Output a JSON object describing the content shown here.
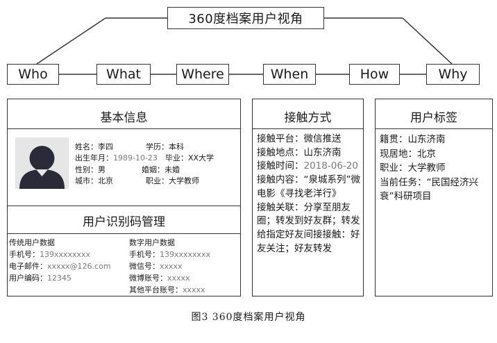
{
  "header": {
    "title": "360度档案用户视角"
  },
  "w_questions": [
    "Who",
    "What",
    "Where",
    "When",
    "How",
    "Why"
  ],
  "basic_info": {
    "title": "基本信息",
    "name_label": "姓名：",
    "name": "李四",
    "edu_label": "学历：",
    "edu": "本科",
    "birth_label": "出生年月：",
    "birth": "1989-10-23",
    "grad_label": "毕业：",
    "grad": "XX大学",
    "gender_label": "性别：",
    "gender": "男",
    "marriage_label": "婚姻：",
    "marriage": "未婚",
    "city_label": "城市：",
    "city": "北京",
    "job_label": "职业：",
    "job": "大学教师"
  },
  "id_management": {
    "title": "用户识别码管理",
    "traditional": {
      "heading": "传统用户数据",
      "phone_label": "手机号：",
      "phone": "139xxxxxxxx",
      "email_label": "电子邮件：",
      "email": "xxxxx@126.com",
      "code_label": "用户编码：",
      "code": "12345"
    },
    "digital": {
      "heading": "数字用户数据",
      "phone_label": "手机号：",
      "phone": "139xxxxxxxx",
      "wechat_label": "微信号：",
      "wechat": "xxxxx",
      "weibo_label": "微博账号：",
      "weibo": "xxxxx",
      "other_label": "其他平台账号：",
      "other": "xxxxx"
    }
  },
  "contact": {
    "title": "接触方式",
    "platform": "接触平台：微信推送",
    "place": "接触地点：山东济南",
    "time_label": "接触时间：",
    "time": "2018-06-20",
    "content": "接触内容：“泉城系列”微电影《寻找老洋行》",
    "relation": "接触关联：分享至朋友圈；转发到好友群；转发给指定好友间接接触：好友关注；好友转发"
  },
  "user_tags": {
    "title": "用户标签",
    "origin": "籍贯：山东济南",
    "residence": "现居地：北京",
    "job": "职业：大学教师",
    "task": "当前任务：“民国经济兴衰”科研项目"
  },
  "caption": "图3  360度档案用户视角"
}
